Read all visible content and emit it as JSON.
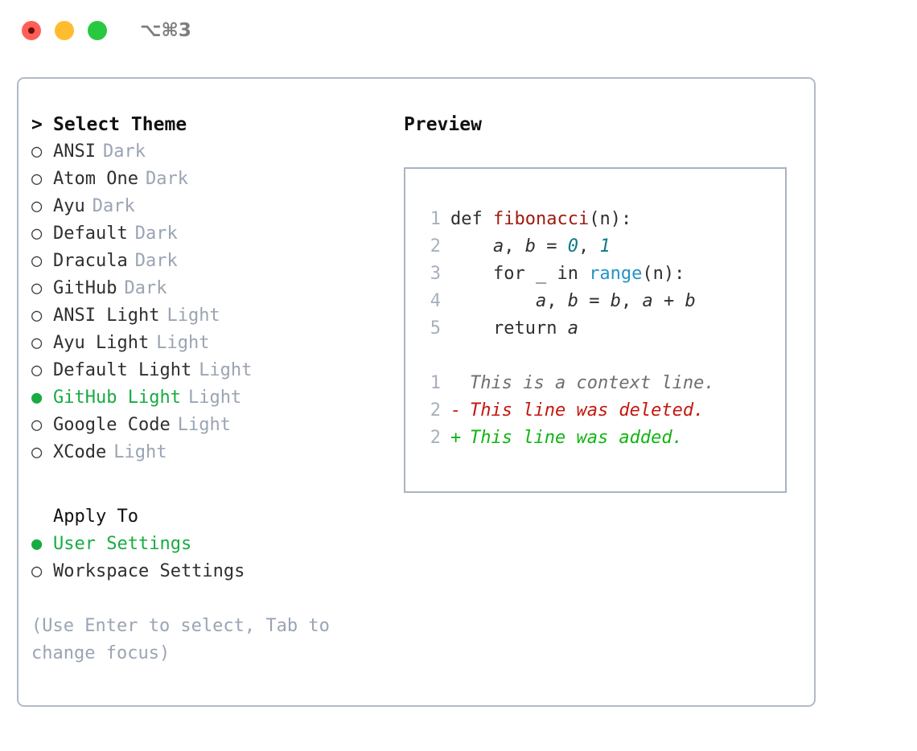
{
  "window": {
    "title": "⌥⌘3",
    "traffic_lights": [
      {
        "name": "close",
        "color": "#ff5f57"
      },
      {
        "name": "minimize",
        "color": "#febc2e"
      },
      {
        "name": "maximize",
        "color": "#28c840"
      }
    ]
  },
  "colors": {
    "selected_green": "#18ab42",
    "muted": "#9aa4b3",
    "border": "#b2bac6",
    "diff_add": "#11b411",
    "diff_del": "#c3170e",
    "code_fn": "#a01b10",
    "code_num": "#0c7a86",
    "code_call": "#2294c4"
  },
  "theme_panel": {
    "heading_prefix": "> ",
    "heading": "Select Theme",
    "items": [
      {
        "bullet": "○",
        "label": "ANSI",
        "tag": "Dark",
        "selected": false
      },
      {
        "bullet": "○",
        "label": "Atom One",
        "tag": "Dark",
        "selected": false
      },
      {
        "bullet": "○",
        "label": "Ayu",
        "tag": "Dark",
        "selected": false
      },
      {
        "bullet": "○",
        "label": "Default",
        "tag": "Dark",
        "selected": false
      },
      {
        "bullet": "○",
        "label": "Dracula",
        "tag": "Dark",
        "selected": false
      },
      {
        "bullet": "○",
        "label": "GitHub",
        "tag": "Dark",
        "selected": false
      },
      {
        "bullet": "○",
        "label": "ANSI Light",
        "tag": "Light",
        "selected": false
      },
      {
        "bullet": "○",
        "label": "Ayu Light",
        "tag": "Light",
        "selected": false
      },
      {
        "bullet": "○",
        "label": "Default Light",
        "tag": "Light",
        "selected": false
      },
      {
        "bullet": "●",
        "label": "GitHub Light",
        "tag": "Light",
        "selected": true
      },
      {
        "bullet": "○",
        "label": "Google Code",
        "tag": "Light",
        "selected": false
      },
      {
        "bullet": "○",
        "label": "XCode",
        "tag": "Light",
        "selected": false
      }
    ]
  },
  "apply_to": {
    "heading": "Apply To",
    "items": [
      {
        "bullet": "●",
        "label": "User Settings",
        "selected": true
      },
      {
        "bullet": "○",
        "label": "Workspace Settings",
        "selected": false
      }
    ]
  },
  "hint": "(Use Enter to select, Tab to change focus)",
  "preview": {
    "title": "Preview",
    "code_lines": [
      {
        "no": "1",
        "tokens": [
          {
            "t": "def ",
            "k": "def"
          },
          {
            "t": "fibonacci",
            "k": "fn"
          },
          {
            "t": "(n):",
            "k": "punct"
          }
        ]
      },
      {
        "no": "2",
        "tokens": [
          {
            "t": "    ",
            "k": "punct"
          },
          {
            "t": "a",
            "k": "var"
          },
          {
            "t": ", ",
            "k": "punct"
          },
          {
            "t": "b",
            "k": "var"
          },
          {
            "t": " = ",
            "k": "punct"
          },
          {
            "t": "0",
            "k": "num"
          },
          {
            "t": ", ",
            "k": "punct"
          },
          {
            "t": "1",
            "k": "num"
          }
        ]
      },
      {
        "no": "3",
        "tokens": [
          {
            "t": "    for _ in ",
            "k": "punct"
          },
          {
            "t": "range",
            "k": "call"
          },
          {
            "t": "(n):",
            "k": "punct"
          }
        ]
      },
      {
        "no": "4",
        "tokens": [
          {
            "t": "        ",
            "k": "punct"
          },
          {
            "t": "a",
            "k": "var"
          },
          {
            "t": ", ",
            "k": "punct"
          },
          {
            "t": "b",
            "k": "var"
          },
          {
            "t": " = ",
            "k": "punct"
          },
          {
            "t": "b",
            "k": "var"
          },
          {
            "t": ", ",
            "k": "punct"
          },
          {
            "t": "a",
            "k": "var"
          },
          {
            "t": " + ",
            "k": "punct"
          },
          {
            "t": "b",
            "k": "var"
          }
        ]
      },
      {
        "no": "5",
        "tokens": [
          {
            "t": "    return ",
            "k": "punct"
          },
          {
            "t": "a",
            "k": "var"
          }
        ]
      }
    ],
    "diff_lines": [
      {
        "no": "1",
        "mark": " ",
        "text": "This is a context line.",
        "kind": "ctx"
      },
      {
        "no": "2",
        "mark": "-",
        "text": "This line was deleted.",
        "kind": "del"
      },
      {
        "no": "2",
        "mark": "+",
        "text": "This line was added.",
        "kind": "add"
      }
    ]
  }
}
